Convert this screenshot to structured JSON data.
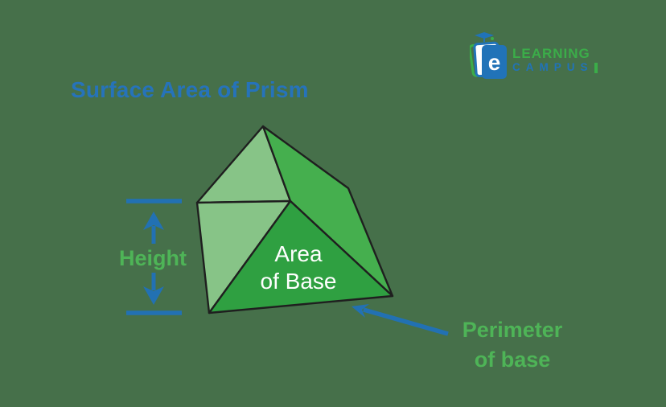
{
  "title": {
    "text": "Surface Area of Prism"
  },
  "logo": {
    "line1": "LEARNING",
    "line2": "CAMPUS",
    "emblem_letter": "e"
  },
  "labels": {
    "height": "Height",
    "area_line1": "Area",
    "area_line2": "of Base",
    "perimeter_line1": "Perimeter",
    "perimeter_line2": "of base"
  },
  "colors": {
    "background": "#46704A",
    "title_blue": "#2673BA",
    "dimension_blue": "#2271B3",
    "label_green": "#4EB457",
    "logo_green": "#3BAD49",
    "logo_blue": "#2173B8",
    "face_light": "#87C487",
    "face_right": "#45AF4E",
    "face_front": "#2FA041",
    "outline": "#1F1F1F",
    "area_text": "#FFFFFF"
  }
}
